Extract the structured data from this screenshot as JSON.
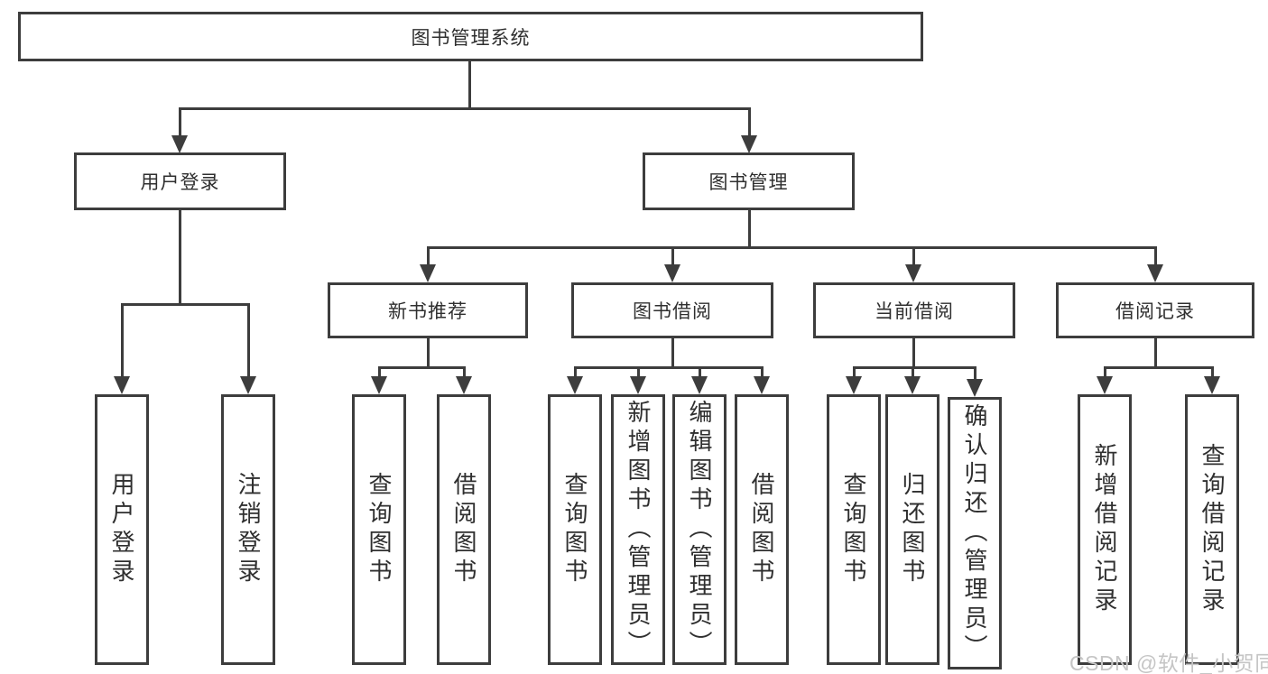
{
  "diagram_title": "图书管理系统",
  "tree": {
    "root": "图书管理系统",
    "children": [
      {
        "label": "用户登录",
        "children": [
          "用户登录",
          "注销登录"
        ]
      },
      {
        "label": "图书管理",
        "children": [
          {
            "label": "新书推荐",
            "children": [
              "查询图书",
              "借阅图书"
            ]
          },
          {
            "label": "图书借阅",
            "children": [
              "查询图书",
              "新增图书（管理员）",
              "编辑图书（管理员）",
              "借阅图书"
            ]
          },
          {
            "label": "当前借阅",
            "children": [
              "查询图书",
              "归还图书",
              "确认归还（管理员）"
            ]
          },
          {
            "label": "借阅记录",
            "children": [
              "新增借阅记录",
              "查询借阅记录"
            ]
          }
        ]
      }
    ]
  },
  "watermark": "CSDN @软件_小贺同学",
  "colors": {
    "line": "#3d3d3d",
    "text": "#2f2f2f",
    "watermark": "#c5c5c5",
    "background": "#ffffff"
  }
}
